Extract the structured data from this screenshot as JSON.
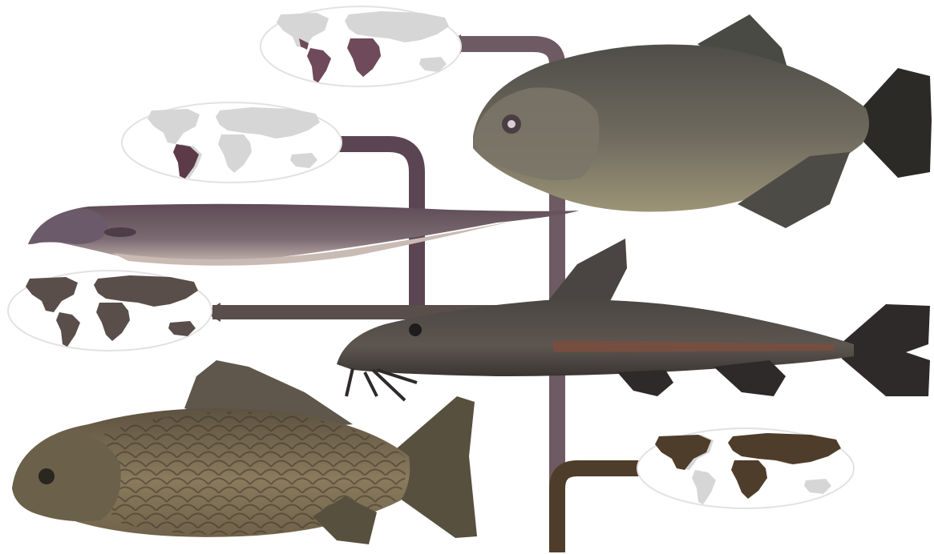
{
  "figure": {
    "kind": "phylogeny-illustration",
    "background": "#ffffff",
    "branch_colors": {
      "characiformes": "#6e5a62",
      "gymnotiformes": "#5c4552",
      "siluriformes": "#5a4e4a",
      "cypriniformes": "#4e3d2a"
    },
    "fish": [
      {
        "id": "piranha",
        "icon": "piranha-fish-icon",
        "colors": [
          "#5e5c54",
          "#8a8672",
          "#2c2a27"
        ]
      },
      {
        "id": "knifefish",
        "icon": "knifefish-icon",
        "colors": [
          "#6d5a62",
          "#8a7a80",
          "#b9a9a8"
        ]
      },
      {
        "id": "catfish",
        "icon": "catfish-icon",
        "colors": [
          "#55524c",
          "#3a3634",
          "#7a4e3e"
        ]
      },
      {
        "id": "carp",
        "icon": "carp-fish-icon",
        "colors": [
          "#8a7a5e",
          "#5b4f3c",
          "#3a332a"
        ]
      }
    ],
    "distribution_maps": [
      {
        "id": "map-characiformes",
        "icon": "world-map-icon",
        "highlight": [
          "south-america",
          "africa",
          "central-america"
        ],
        "highlight_color": "#6e4a5a",
        "land_color": "#d6d6d6"
      },
      {
        "id": "map-gymnotiformes",
        "icon": "world-map-icon",
        "highlight": [
          "south-america"
        ],
        "highlight_color": "#5c3a48",
        "land_color": "#d6d6d6"
      },
      {
        "id": "map-siluriformes",
        "icon": "world-map-icon",
        "highlight": [
          "north-america",
          "south-america",
          "africa",
          "eurasia",
          "australia"
        ],
        "highlight_color": "#5a4e4a",
        "land_color": "#d6d6d6"
      },
      {
        "id": "map-cypriniformes",
        "icon": "world-map-icon",
        "highlight": [
          "north-america",
          "africa",
          "eurasia"
        ],
        "highlight_color": "#4e3d2a",
        "land_color": "#d6d6d6"
      }
    ]
  }
}
